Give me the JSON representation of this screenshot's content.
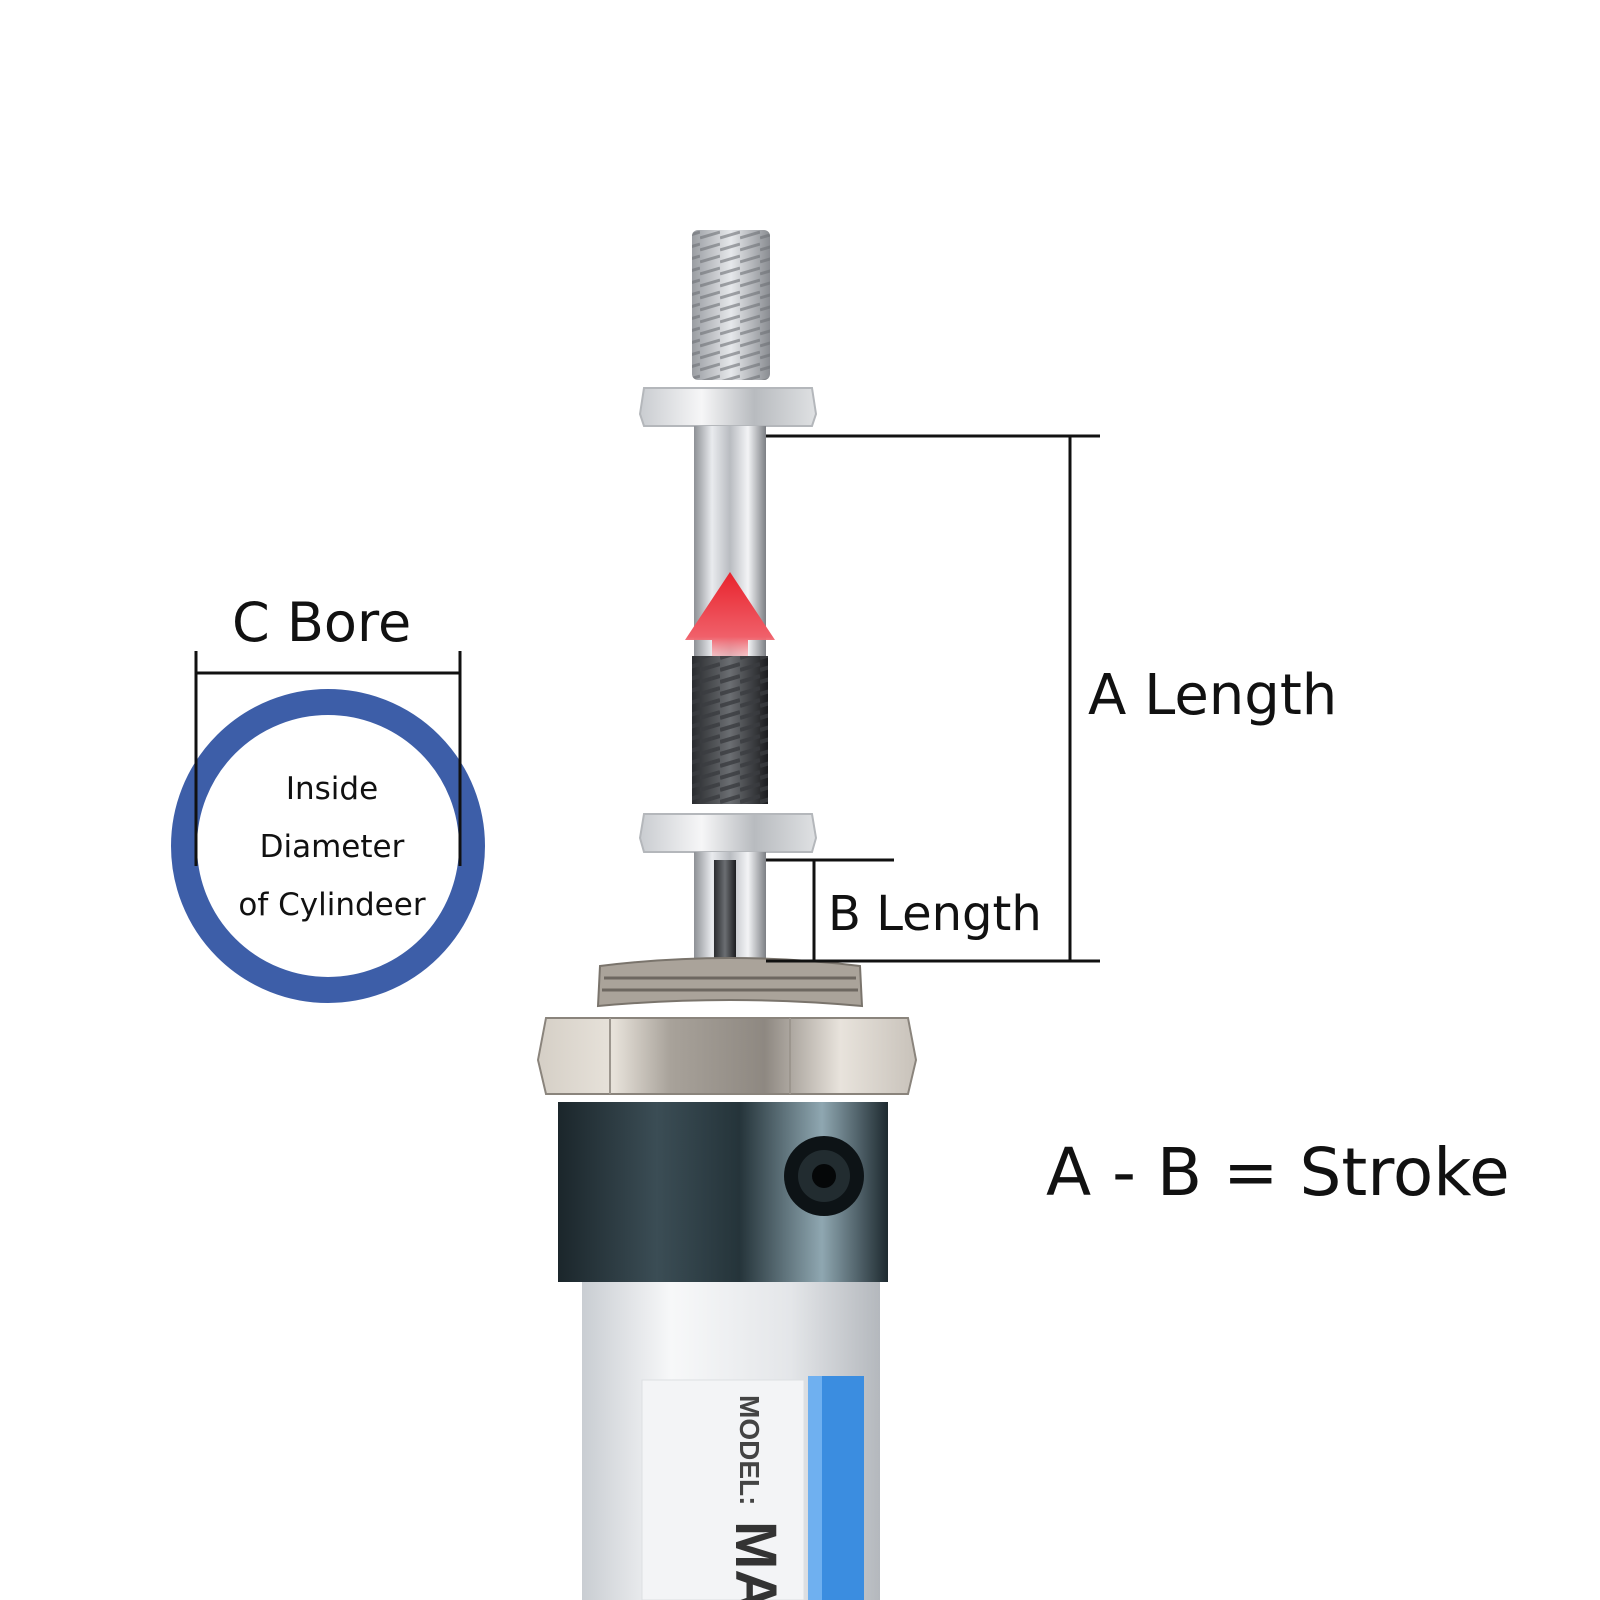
{
  "labels": {
    "c_bore": "C Bore",
    "inside_lines": [
      "Inside",
      "Diameter",
      "of Cylindeer"
    ],
    "a_length": "A Length",
    "b_length": "B Length",
    "formula": "A - B = Stroke",
    "model_text": "MODEL:",
    "model_partial": "MA"
  },
  "colors": {
    "bore_ring": "#3d5ea8",
    "arrow": "#e8232c",
    "blue_stripe": "#3b8de0",
    "cap_body": "#1f2d33"
  }
}
